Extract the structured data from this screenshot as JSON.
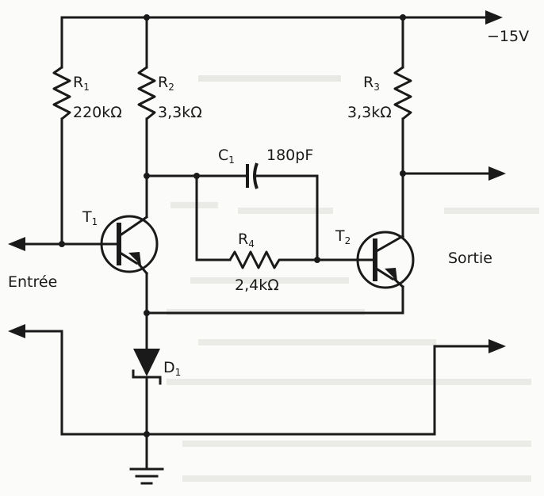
{
  "supply": {
    "label": "−15V"
  },
  "resistors": {
    "r1": {
      "designator": "R",
      "index": "1",
      "value": "220kΩ"
    },
    "r2": {
      "designator": "R",
      "index": "2",
      "value": "3,3kΩ"
    },
    "r3": {
      "designator": "R",
      "index": "3",
      "value": "3,3kΩ"
    },
    "r4": {
      "designator": "R",
      "index": "4",
      "value": "2,4kΩ"
    }
  },
  "capacitor": {
    "designator": "C",
    "index": "1",
    "value": "180pF"
  },
  "transistors": {
    "t1": {
      "designator": "T",
      "index": "1"
    },
    "t2": {
      "designator": "T",
      "index": "2"
    }
  },
  "diode": {
    "designator": "D",
    "index": "1"
  },
  "io": {
    "input_label": "Entrée",
    "output_label": "Sortie"
  },
  "colors": {
    "ink": "#1a1a1a",
    "paper": "#fbfbf9"
  }
}
